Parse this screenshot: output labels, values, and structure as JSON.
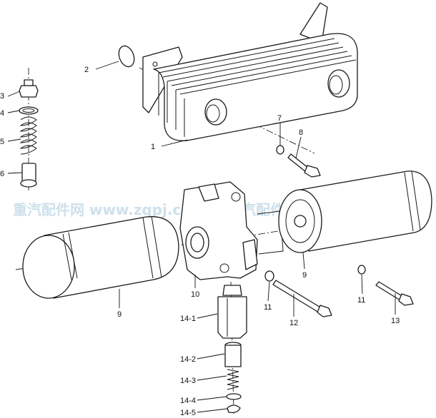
{
  "watermark": "重汽配件网 www.zqpj.com",
  "callouts": {
    "c1": "1",
    "c2": "2",
    "c3": "3",
    "c4": "4",
    "c5": "5",
    "c6": "6",
    "c7": "7",
    "c8": "8",
    "c9a": "9",
    "c9b": "9",
    "c10": "10",
    "c11a": "11",
    "c11b": "11",
    "c12": "12",
    "c13": "13",
    "c14_1": "14-1",
    "c14_2": "14-2",
    "c14_3": "14-3",
    "c14_4": "14-4",
    "c14_5": "14-5"
  },
  "colors": {
    "line": "#1a1a1a",
    "watermark": "#c6dbe9"
  }
}
